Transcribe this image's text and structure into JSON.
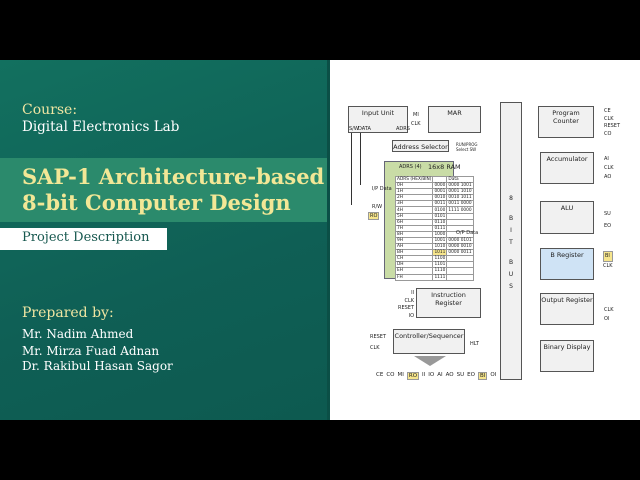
{
  "left": {
    "course_label": "Course:",
    "course_name": "Digital Electronics Lab",
    "title_line1": "SAP-1 Architecture-based",
    "title_line2": "8-bit Computer Design",
    "subtitle": "Project Description",
    "prepared_label": "Prepared by:",
    "authors": [
      "Mr. Nadim Ahmed",
      "Mr. Mirza Fuad Adnan",
      "Dr. Rakibul Hasan Sagor"
    ]
  },
  "diagram": {
    "input_unit": "Input Unit",
    "input_pins": [
      "S/W",
      "DATA",
      "ADRS"
    ],
    "mar": "MAR",
    "mar_signals": [
      "MI",
      "CLK"
    ],
    "address_selector": "Address Selector",
    "address_selector_note": "RUN/PROG\nSelect SW",
    "ram": {
      "title": "16x8 RAM",
      "adrs_label": "ADRS (4)",
      "headers": [
        "ADRS (HEX/BIN)",
        "",
        "Data"
      ],
      "rows": [
        [
          "0H",
          "0000",
          "0000 1001"
        ],
        [
          "1H",
          "0001",
          "0001 1010"
        ],
        [
          "2H",
          "0010",
          "0010 1011"
        ],
        [
          "3H",
          "0011",
          "0011 0000"
        ],
        [
          "4H",
          "0100",
          "1111 0000"
        ],
        [
          "5H",
          "0101",
          ""
        ],
        [
          "6H",
          "0110",
          ""
        ],
        [
          "7H",
          "0111",
          ""
        ],
        [
          "8H",
          "1000",
          ""
        ],
        [
          "9H",
          "1001",
          "0000 0101"
        ],
        [
          "AH",
          "1010",
          "0000 0010"
        ],
        [
          "BH",
          "1011",
          "0000 0011"
        ],
        [
          "CH",
          "1100",
          ""
        ],
        [
          "DH",
          "1101",
          ""
        ],
        [
          "EH",
          "1110",
          ""
        ],
        [
          "FH",
          "1111",
          ""
        ]
      ],
      "highlight_row": 11,
      "io_in": "I/P Data",
      "rw": "R/W",
      "io_out": "O/P Data",
      "ro": "RO"
    },
    "bus": "8 BIT BUS",
    "bus_letters": [
      "8",
      "B",
      "I",
      "T",
      "B",
      "U",
      "S"
    ],
    "program_counter": "Program Counter",
    "pc_signals": [
      "CE",
      "CLK",
      "RESET",
      "CO"
    ],
    "accumulator": "Accumulator",
    "acc_signals": [
      "AI",
      "CLK",
      "AO"
    ],
    "alu": "ALU",
    "alu_signals": [
      "SU",
      "EO"
    ],
    "b_register": "B Register",
    "b_signals": [
      "BI",
      "CLK"
    ],
    "output_register": "Output Register",
    "out_signals": [
      "CLK",
      "OI"
    ],
    "binary_display": "Binary Display",
    "instruction_register": "Instruction Register",
    "ir_signals": [
      "II",
      "CLK",
      "RESET",
      "IO"
    ],
    "controller": "Controller/Sequencer",
    "ctrl_signals": [
      "RESET",
      "CLK"
    ],
    "hlt": "HLT",
    "control_word": [
      "CE",
      "CO",
      "MI",
      "RO",
      "II",
      "IO",
      "AI",
      "AO",
      "SU",
      "EO",
      "BI",
      "OI"
    ],
    "highlighted_controls": [
      "RO",
      "BI"
    ],
    "bus_width": "8",
    "addr_width": "4"
  },
  "colors": {
    "teal": "#0f5f55",
    "band": "#2b8a6c",
    "title_yellow": "#f2e796",
    "ram_green": "#c9dca6",
    "b_reg_blue": "#cfe3f5",
    "highlight": "#f6e58c"
  }
}
